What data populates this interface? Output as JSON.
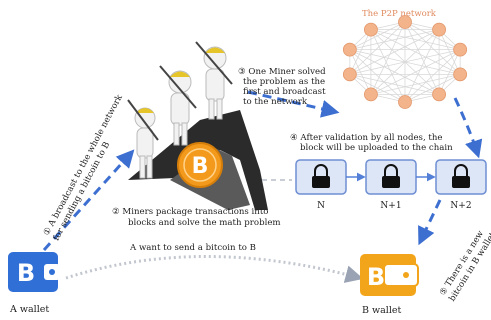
{
  "network": {
    "title": "The P2P network",
    "node_count": 10
  },
  "steps": {
    "step1_line1": "① A broadcast to the whole network",
    "step1_line2": "for sending a bitcoin to B",
    "step2_line1": "② Miners package transactions into",
    "step2_line2": "blocks and solve the math problem",
    "step3_line1": "③ One Miner solved",
    "step3_line2": "the problem as the",
    "step3_line3": "first and broadcast",
    "step3_line4": "to the network",
    "step4_line1": "④ After validation by all nodes, the",
    "step4_line2": "block will be uploaded to the chain",
    "step5_line1": "⑤ There is a new",
    "step5_line2": "bitcoin in B wallet"
  },
  "chain": {
    "blocks": [
      {
        "label": "N"
      },
      {
        "label": "N+1"
      },
      {
        "label": "N+2"
      }
    ]
  },
  "transfer_label": "A want to send a bitcoin to B",
  "wallets": {
    "a_label": "A wallet",
    "b_label": "B wallet",
    "coin_symbol": "B"
  },
  "colors": {
    "wallet_a": "#2f6fd6",
    "wallet_b": "#f2a51a",
    "coin": "#f39a1c",
    "block_fill": "#dde6f7",
    "node_fill": "#f3b48c",
    "arrow": "#3d6fd1"
  }
}
